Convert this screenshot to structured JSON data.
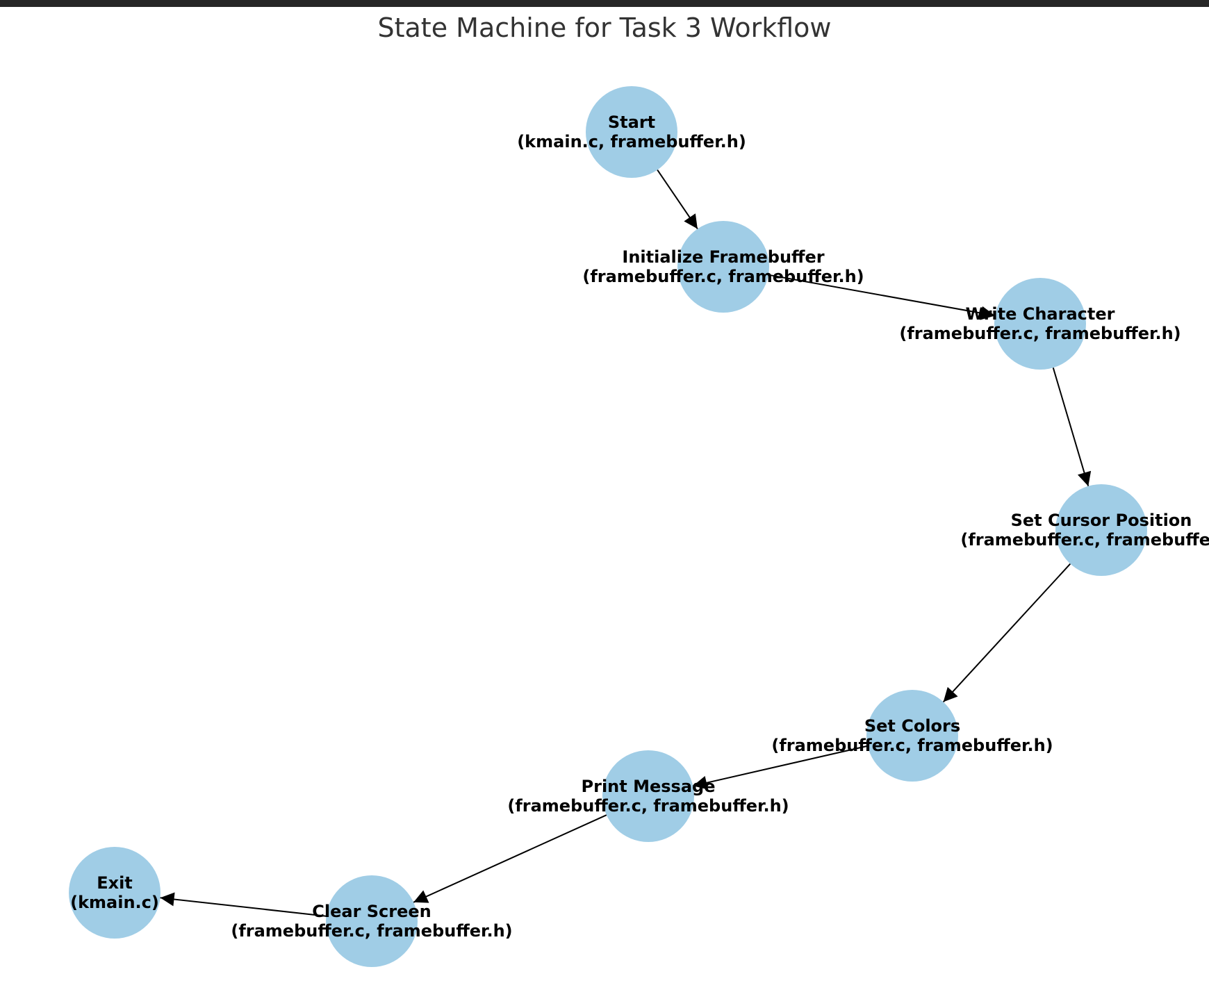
{
  "title": "State Machine for Task 3 Workflow",
  "colors": {
    "node_fill": "#a0cde6",
    "edge": "#000000",
    "title": "#333333",
    "topbar": "#262626"
  },
  "nodes": [
    {
      "id": "start",
      "label_line1": "Start",
      "label_line2": "(kmain.c, framebuffer.h)"
    },
    {
      "id": "init",
      "label_line1": "Initialize Framebuffer",
      "label_line2": "(framebuffer.c, framebuffer.h)"
    },
    {
      "id": "write",
      "label_line1": "Write Character",
      "label_line2": "(framebuffer.c, framebuffer.h)"
    },
    {
      "id": "cursor",
      "label_line1": "Set Cursor Position",
      "label_line2": "(framebuffer.c, framebuffer.h)"
    },
    {
      "id": "colors",
      "label_line1": "Set Colors",
      "label_line2": "(framebuffer.c, framebuffer.h)"
    },
    {
      "id": "print",
      "label_line1": "Print Message",
      "label_line2": "(framebuffer.c, framebuffer.h)"
    },
    {
      "id": "clear",
      "label_line1": "Clear Screen",
      "label_line2": "(framebuffer.c, framebuffer.h)"
    },
    {
      "id": "exit",
      "label_line1": "Exit",
      "label_line2": "(kmain.c)"
    }
  ],
  "edges": [
    {
      "from": "start",
      "to": "init"
    },
    {
      "from": "init",
      "to": "write"
    },
    {
      "from": "write",
      "to": "cursor"
    },
    {
      "from": "cursor",
      "to": "colors"
    },
    {
      "from": "colors",
      "to": "print"
    },
    {
      "from": "print",
      "to": "clear"
    },
    {
      "from": "clear",
      "to": "exit"
    }
  ]
}
